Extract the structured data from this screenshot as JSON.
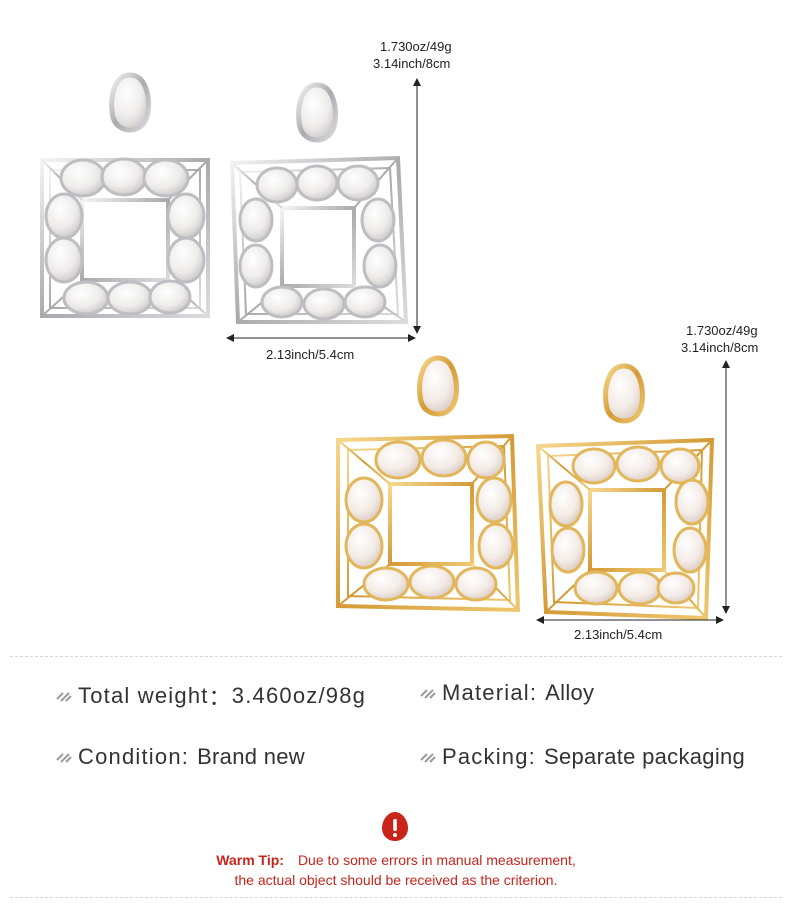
{
  "silver_dims": {
    "weight": "1.730oz/49g",
    "height": "3.14inch/8cm",
    "width": "2.13inch/5.4cm"
  },
  "gold_dims": {
    "weight": "1.730oz/49g",
    "height": "3.14inch/8cm",
    "width": "2.13inch/5.4cm"
  },
  "specs": {
    "total_weight": {
      "label": "Total weight",
      "sep": "：",
      "value": "3.460oz/98g"
    },
    "material": {
      "label": "Material:",
      "value": "Alloy"
    },
    "condition": {
      "label": "Condition:",
      "value": "Brand new"
    },
    "packing": {
      "label": "Packing:",
      "value": "Separate packaging"
    }
  },
  "warm_tip": {
    "icon": "warning-icon",
    "label": "Warm Tip:",
    "line1": "Due to some errors in manual measurement,",
    "line2": "the actual object should be received as the criterion."
  },
  "colors": {
    "silver": "#c9c9cc",
    "gold": "#e0b357",
    "pearl": "#f1efee",
    "accent": "#c8241c"
  }
}
